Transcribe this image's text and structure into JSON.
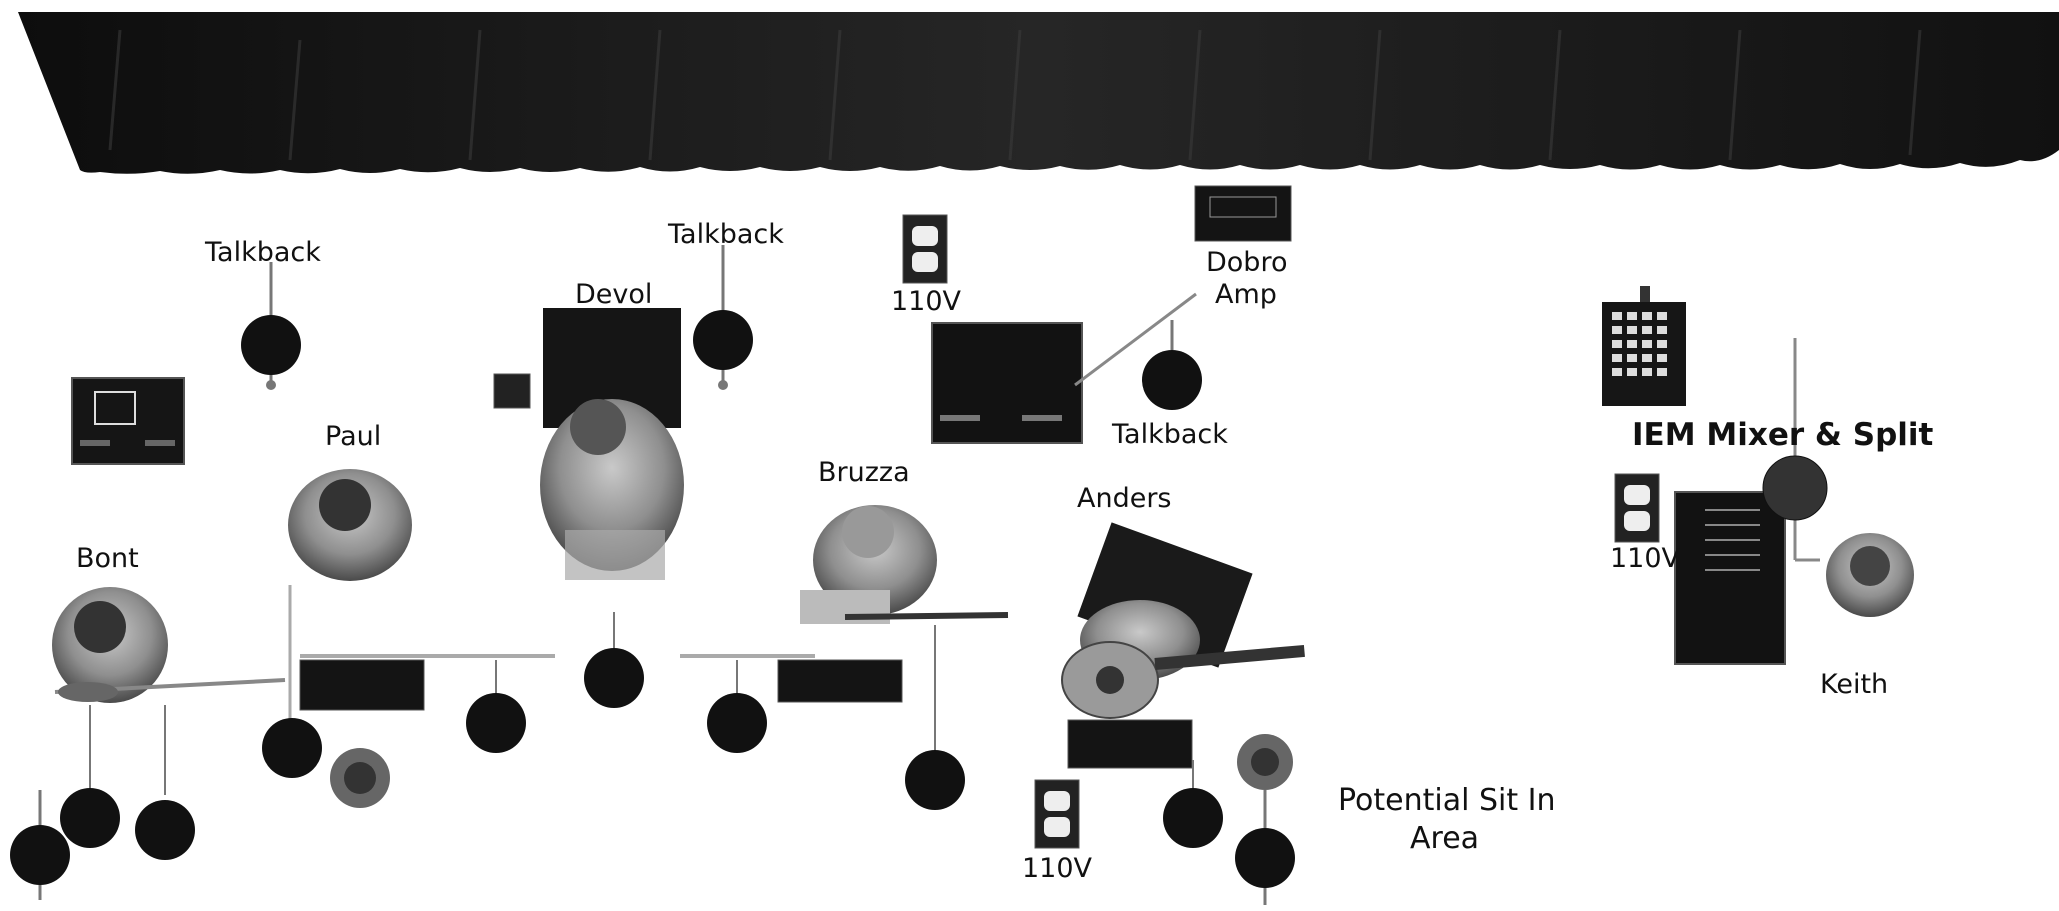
{
  "labels": {
    "talkback": "Talkback",
    "paul": "Paul",
    "bont": "Bont",
    "devol": "Devol",
    "bruzza": "Bruzza",
    "anders": "Anders",
    "keith": "Keith",
    "dobro_amp_line1": "Dobro",
    "dobro_amp_line2": "Amp",
    "iem_mixer": "IEM Mixer & Split",
    "outlet": "110V",
    "sit_in_line1": "Potential Sit In",
    "sit_in_line2": "Area"
  },
  "colors": {
    "background": "#ffffff",
    "curtain": "#1a1a1a",
    "equipment": "#151515",
    "musician": "#8a8a8a",
    "text": "#111111"
  },
  "icons": [
    "stage-curtain-icon",
    "microphone-stand-icon",
    "monitor-wedge-icon",
    "amplifier-icon",
    "outlet-icon",
    "pedalboard-icon",
    "guitar-icon",
    "drum-throne-icon",
    "mixer-icon"
  ]
}
